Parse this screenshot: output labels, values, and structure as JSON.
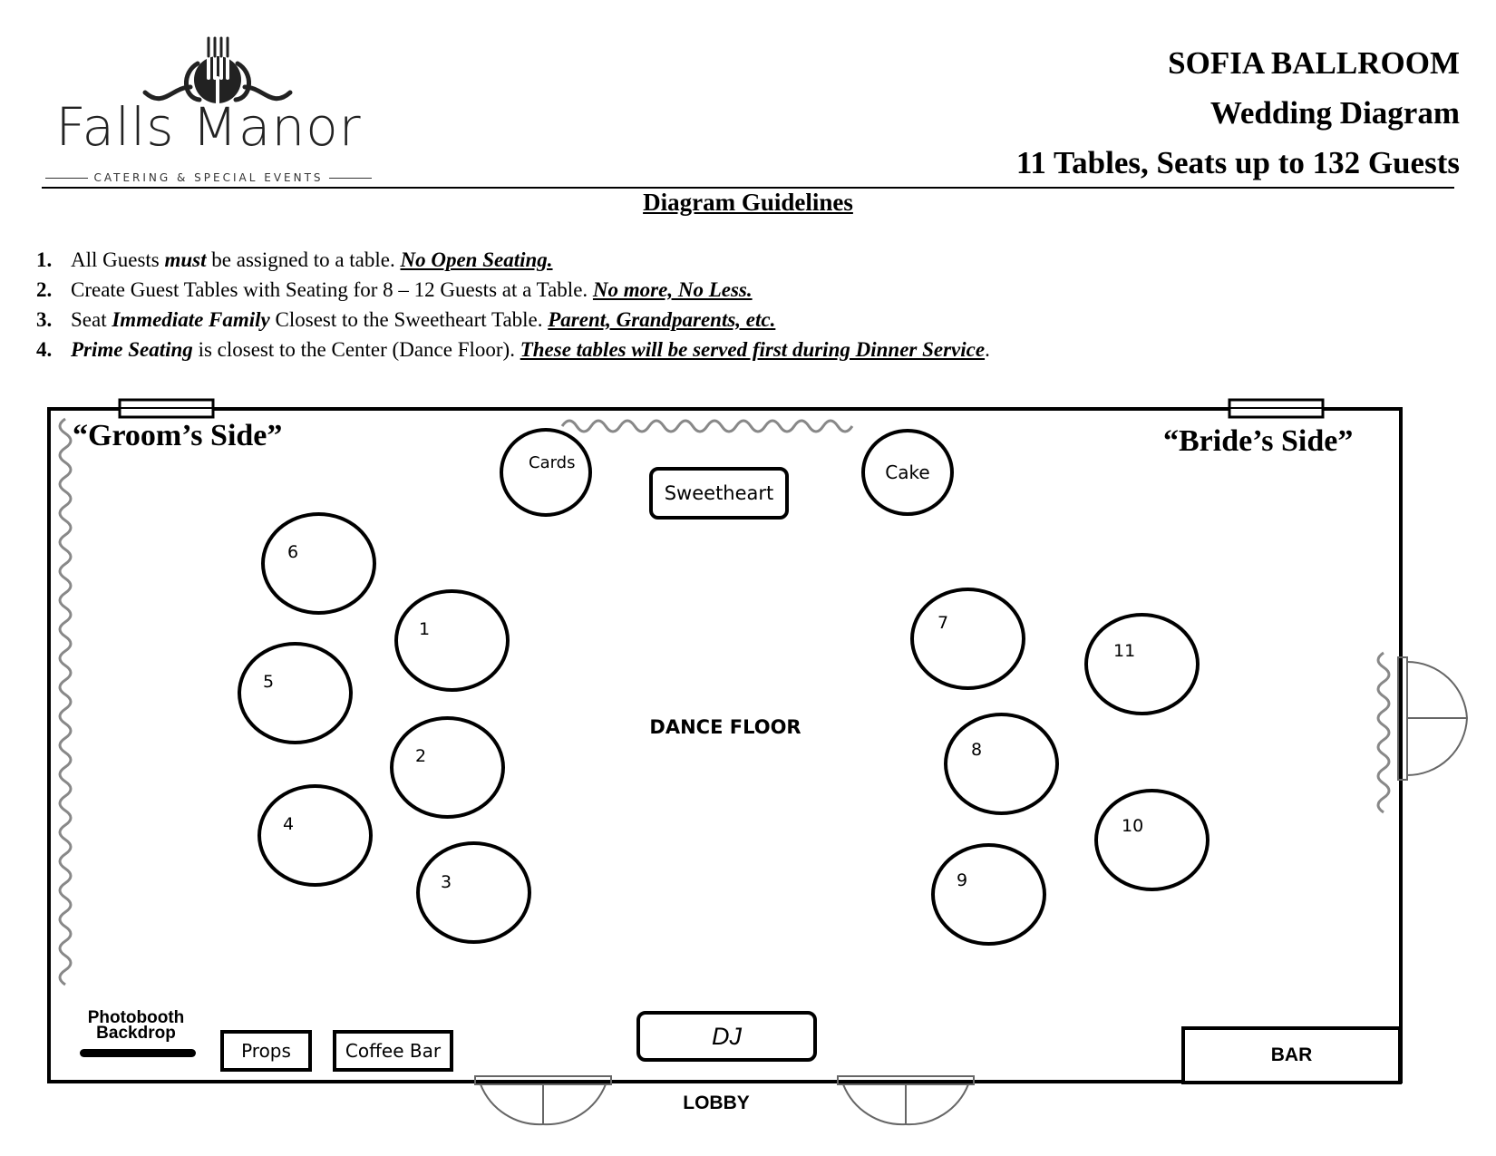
{
  "logo": {
    "brand": "Falls Manor",
    "tagline": "CATERING & SPECIAL EVENTS"
  },
  "header": {
    "venue": "SOFIA BALLROOM",
    "doc_title": "Wedding Diagram",
    "capacity": "11 Tables, Seats up to 132 Guests"
  },
  "guidelines": {
    "heading": "Diagram Guidelines",
    "items": [
      {
        "num": "1.",
        "a": "All Guests ",
        "b": "must",
        "c": " be assigned to a table. ",
        "d": "No Open Seating."
      },
      {
        "num": "2.",
        "a": "Create Guest Tables with Seating for 8 – 12 Guests at a Table. ",
        "b": "",
        "c": "",
        "d": "No more, No Less."
      },
      {
        "num": "3.",
        "a": "Seat ",
        "b": "Immediate Family",
        "c": " Closest to the Sweetheart Table. ",
        "d": "Parent, Grandparents, etc."
      },
      {
        "num": "4.",
        "a": "",
        "b": "Prime Seating",
        "c": " is closest to the Center (Dance Floor). ",
        "d": "These tables will be served first during Dinner Service"
      }
    ],
    "item4_tail": "."
  },
  "floor_plan": {
    "grooms_side": "“Groom’s Side”",
    "brides_side": "“Bride’s Side”",
    "cards": "Cards",
    "cake": "Cake",
    "sweetheart": "Sweetheart",
    "dance_floor": "DANCE FLOOR",
    "dj": "DJ",
    "bar": "BAR",
    "lobby": "LOBBY",
    "props": "Props",
    "coffee_bar": "Coffee Bar",
    "photobooth_line1": "Photobooth",
    "photobooth_line2": "Backdrop",
    "tables": [
      "1",
      "2",
      "3",
      "4",
      "5",
      "6",
      "7",
      "8",
      "9",
      "10",
      "11"
    ]
  }
}
